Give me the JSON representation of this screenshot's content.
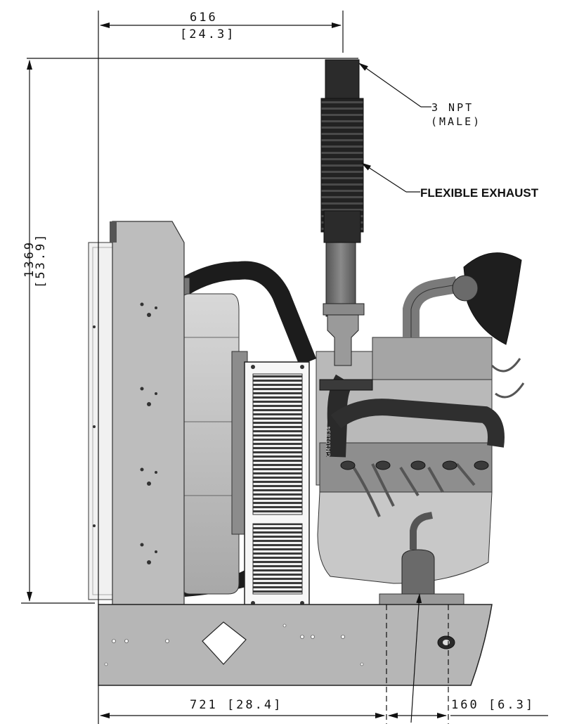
{
  "dimensions": {
    "top_width": {
      "mm": "616",
      "in": "[24.3]"
    },
    "height": {
      "mm": "1369",
      "in": "[53.9]"
    },
    "bottom_left": "721 [28.4]",
    "bottom_right": "160 [6.3]"
  },
  "callouts": {
    "npt_line1": "3 NPT",
    "npt_line2": "(MALE)",
    "flex_exhaust": "FLEXIBLE EXHAUST"
  },
  "markings": {
    "manifold_text": "GM101834"
  }
}
